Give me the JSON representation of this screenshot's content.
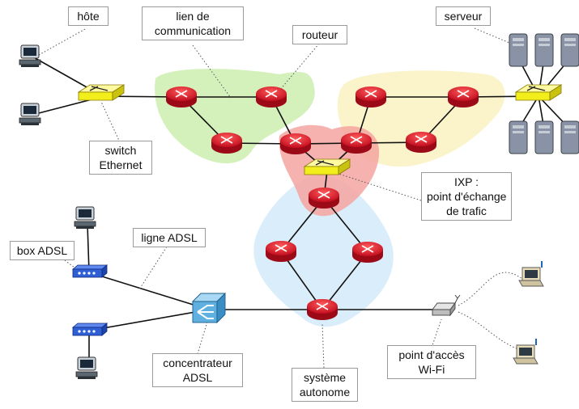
{
  "colors": {
    "router_fill": "#e8102a",
    "router_dark": "#9c0a18",
    "switch_fill": "#f2ee1c",
    "green_region": "#cdeeb0",
    "yellow_region": "#fbf2c4",
    "red_region": "#f4a4a0",
    "blue_region": "#d8ecfa",
    "box_fill": "#2f5fd4",
    "concentrator_fill": "#5fb0e0",
    "server_fill": "#8a93a6"
  },
  "labels": {
    "hote": "hôte",
    "lien": [
      "lien de",
      "communication"
    ],
    "routeur": "routeur",
    "serveur": "serveur",
    "switch": [
      "switch",
      "Ethernet"
    ],
    "ixp": [
      "IXP :",
      "point d'échange",
      "de trafic"
    ],
    "box_adsl": "box ADSL",
    "ligne_adsl": "ligne ADSL",
    "concentrateur": [
      "concentrateur",
      "ADSL"
    ],
    "systeme": [
      "système",
      "autonome"
    ],
    "wifi": [
      "point d'accès",
      "Wi-Fi"
    ]
  },
  "icons": {
    "router": "router-icon",
    "switch": "switch-icon",
    "host": "desktop-computer-icon",
    "server": "server-tower-icon",
    "box": "adsl-box-icon",
    "concentrator": "dslam-icon",
    "access_point": "wifi-access-point-icon",
    "laptop": "laptop-icon"
  }
}
